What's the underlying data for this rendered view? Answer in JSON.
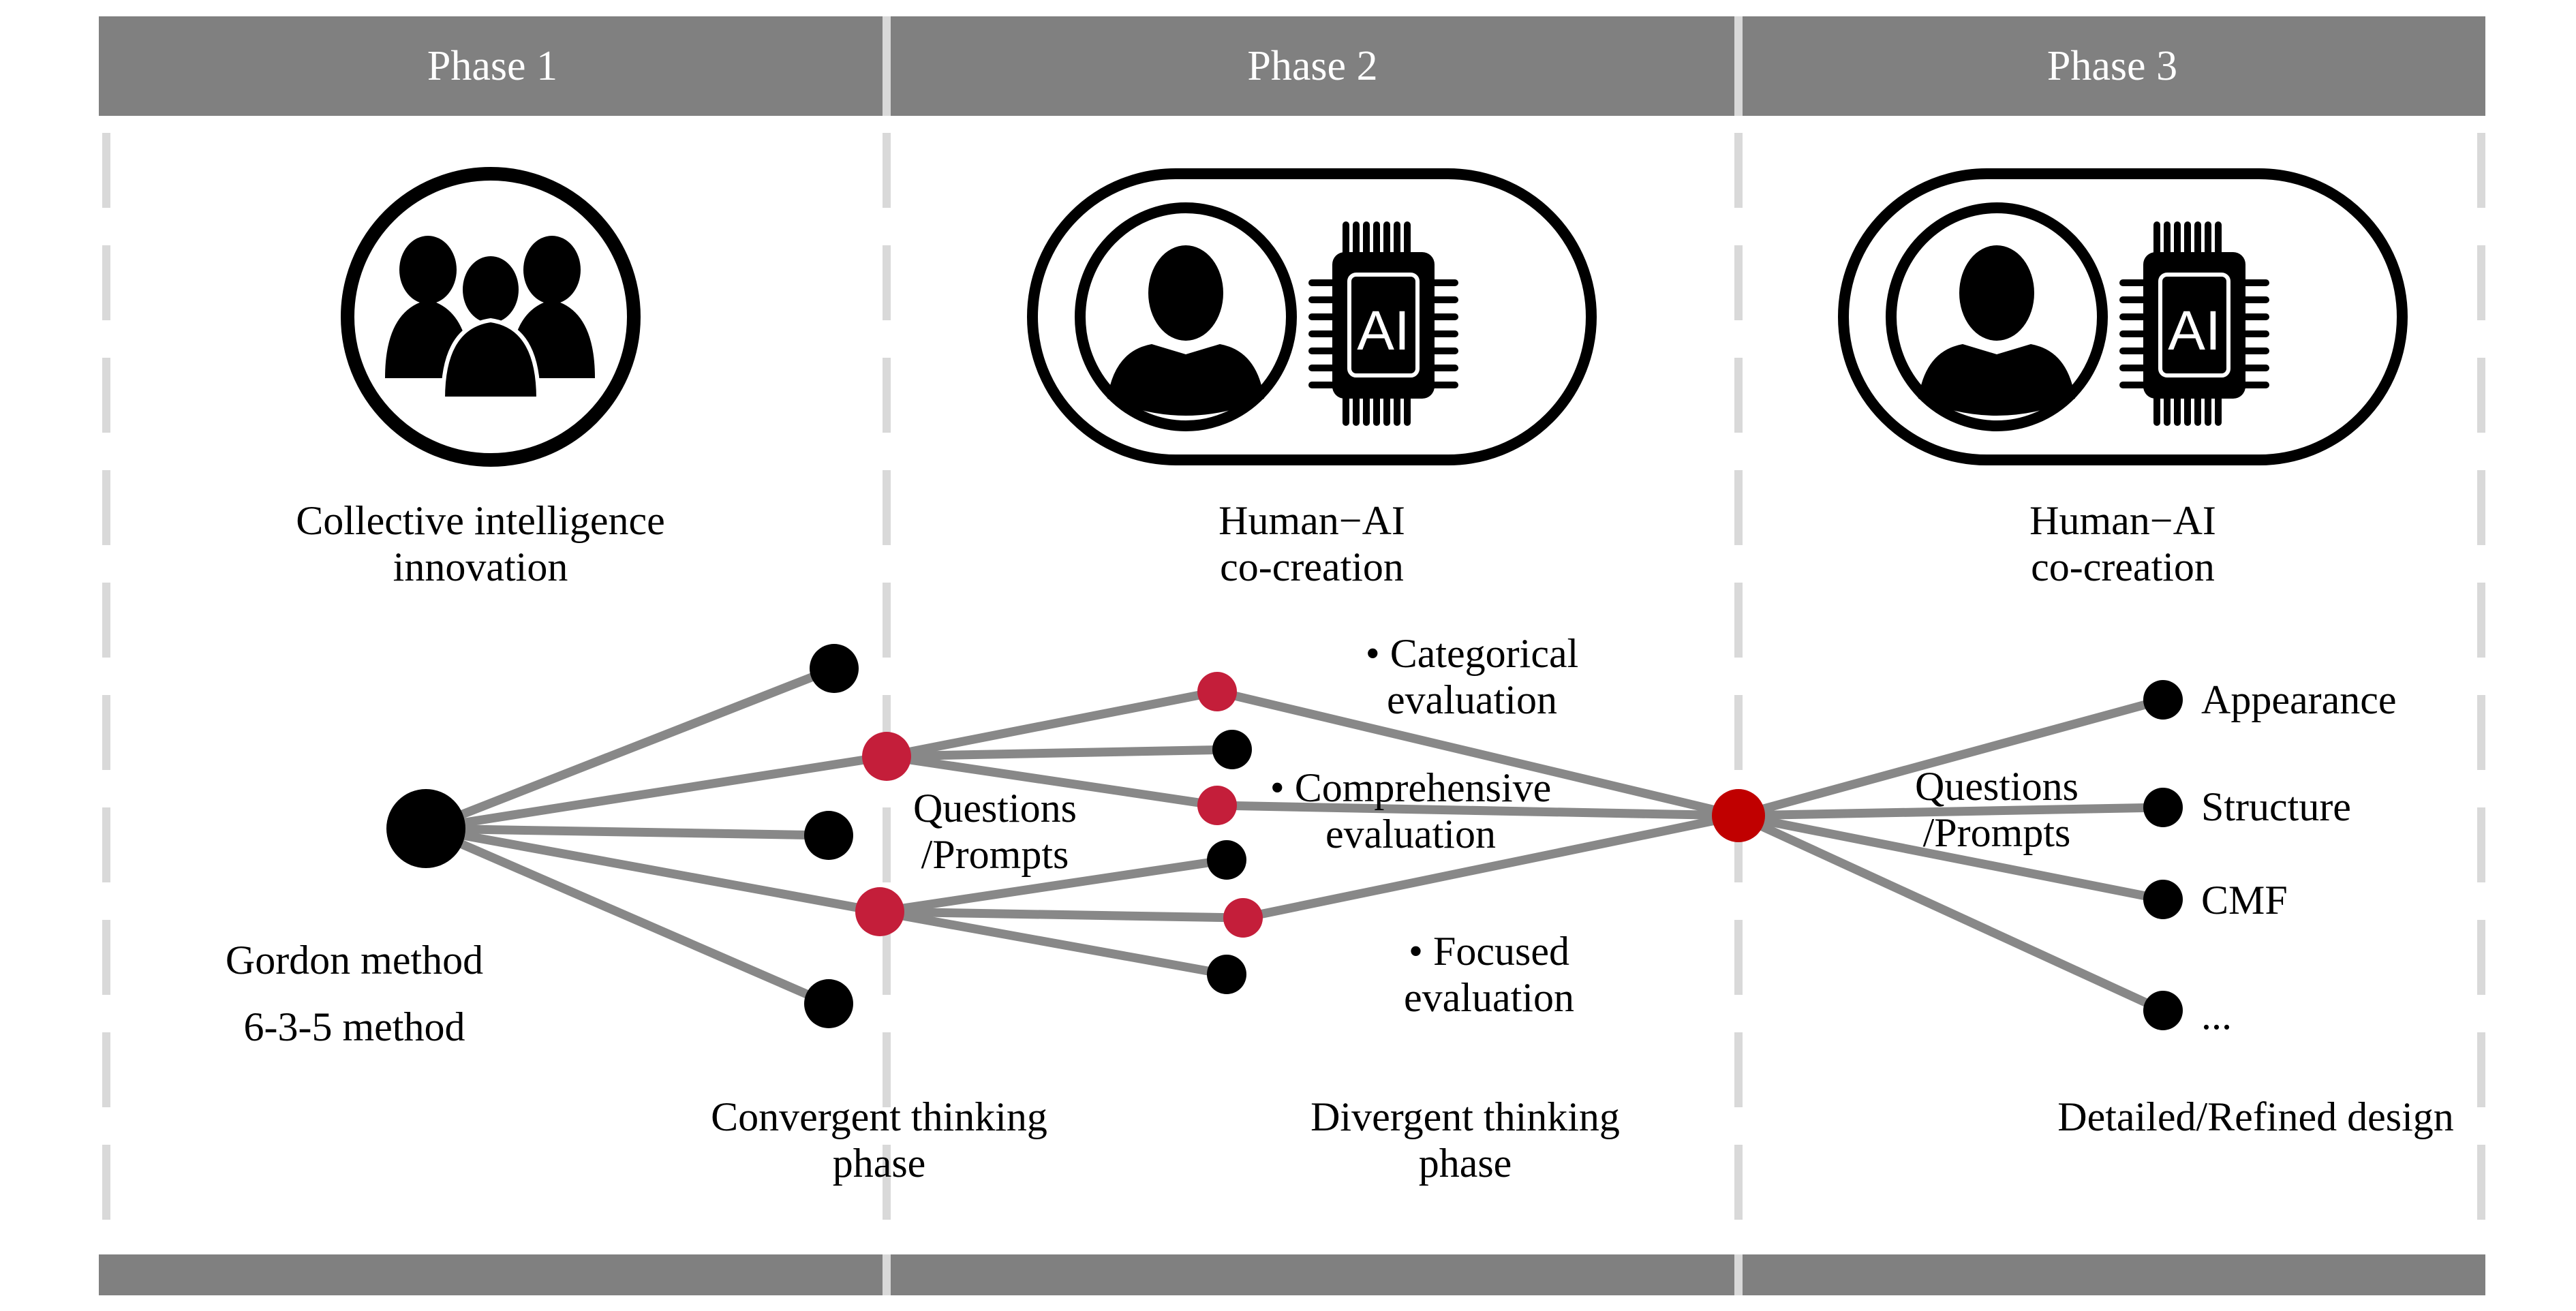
{
  "header": {
    "phases": [
      "Phase 1",
      "Phase 2",
      "Phase 3"
    ]
  },
  "colors": {
    "bar": "#808080",
    "dash": "#d9d9d9",
    "edge": "#888888",
    "node_black": "#000000",
    "node_red": "#c41e3a",
    "node_hub": "#c00000"
  },
  "columns": [
    {
      "icon": "people-group-icon",
      "title_lines": [
        "Collective intelligence",
        "innovation"
      ]
    },
    {
      "icon": "human-ai-icon",
      "title_lines": [
        "Human−AI",
        "co-creation"
      ]
    },
    {
      "icon": "human-ai-icon",
      "title_lines": [
        "Human−AI",
        "co-creation"
      ]
    }
  ],
  "icons": {
    "chip_text": "AI"
  },
  "labels": {
    "methods": [
      "Gordon method",
      "6-3-5 method"
    ],
    "questions_left": [
      "Questions",
      "/Prompts"
    ],
    "questions_right": [
      "Questions",
      "/Prompts"
    ],
    "categorical": [
      "• Categorical",
      "evaluation"
    ],
    "comprehensive": [
      "• Comprehensive",
      "evaluation"
    ],
    "focused": [
      "• Focused",
      "evaluation"
    ],
    "convergent": [
      "Convergent thinking",
      "phase"
    ],
    "divergent": [
      "Divergent thinking",
      "phase"
    ],
    "detailed": "Detailed/Refined design",
    "outputs": [
      "Appearance",
      "Structure",
      "CMF",
      "..."
    ]
  }
}
